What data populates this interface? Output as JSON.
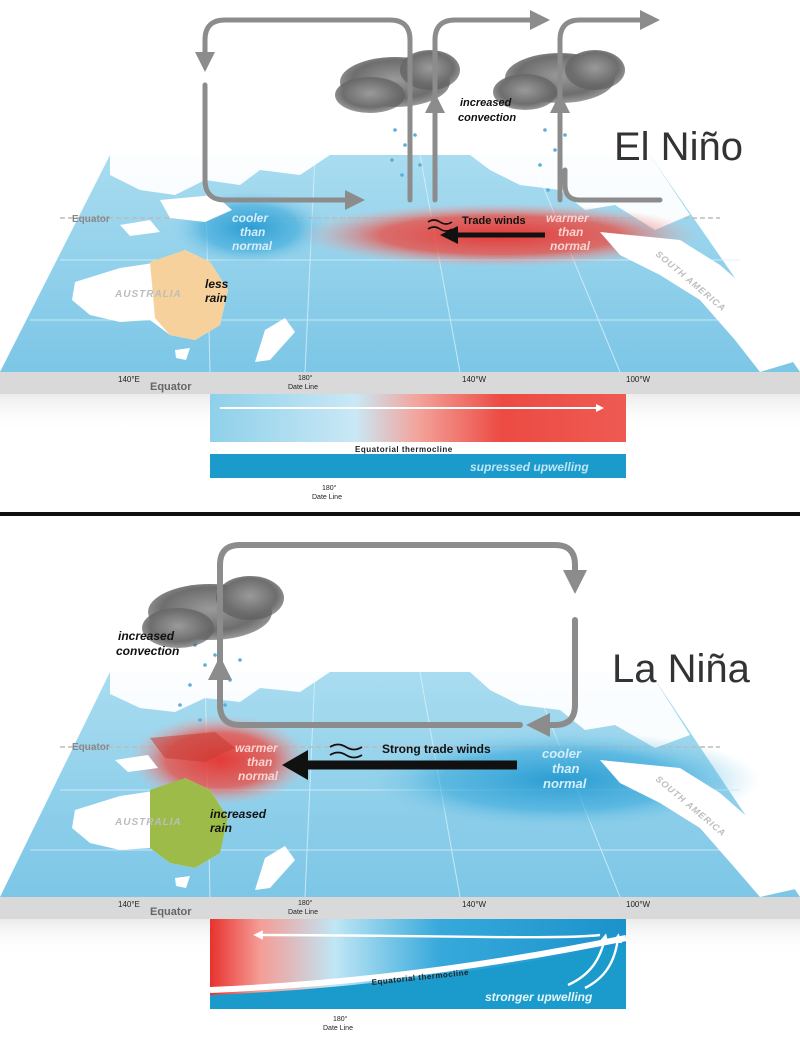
{
  "panels": {
    "el_nino": {
      "title": "El Niño",
      "labels": {
        "convection_1": "increased",
        "convection_2": "convection",
        "cool_1": "cooler",
        "cool_2": "than",
        "cool_3": "normal",
        "warm_1": "warmer",
        "warm_2": "than",
        "warm_3": "normal",
        "trade_winds": "Trade winds",
        "rain_1": "less",
        "rain_2": "rain",
        "australia": "AUSTRALIA",
        "south_america": "SOUTH AMERICA",
        "equator_map": "Equator",
        "equator_slab": "Equator",
        "lon_140e": "140°E",
        "lon_180": "180°",
        "date_line": "Date Line",
        "lon_140w": "140°W",
        "lon_100w": "100°W",
        "thermocline": "Equatorial thermocline",
        "upwelling": "supressed upwelling",
        "bottom_180": "180°",
        "bottom_date_line": "Date Line"
      }
    },
    "la_nina": {
      "title": "La Niña",
      "labels": {
        "convection_1": "increased",
        "convection_2": "convection",
        "warm_1": "warmer",
        "warm_2": "than",
        "warm_3": "normal",
        "cool_1": "cooler",
        "cool_2": "than",
        "cool_3": "normal",
        "trade_winds": "Strong trade winds",
        "rain_1": "increased",
        "rain_2": "rain",
        "australia": "AUSTRALIA",
        "south_america": "SOUTH AMERICA",
        "equator_map": "Equator",
        "equator_slab": "Equator",
        "lon_140e": "140°E",
        "lon_180": "180°",
        "date_line": "Date Line",
        "lon_140w": "140°W",
        "lon_100w": "100°W",
        "thermocline": "Equatorial thermocline",
        "upwelling": "stronger upwelling",
        "bottom_180": "180°",
        "bottom_date_line": "Date Line"
      }
    }
  },
  "colors": {
    "ocean": "#8fd0ea",
    "ocean_light": "#bfe6f5",
    "warm": "#e8322f",
    "cool": "#2ea6d8",
    "land": "#ffffff",
    "australia_dry": "#f7d19c",
    "australia_wet": "#9dbb48",
    "arrow": "#8c8c8c",
    "slab": "#d9d9d9",
    "thermocline_band": "#1b9bcb",
    "divider": "#111111"
  }
}
